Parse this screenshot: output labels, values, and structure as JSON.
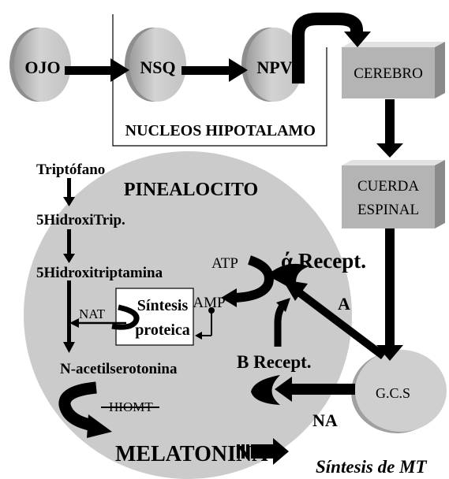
{
  "top_row": {
    "ojo": "OJO",
    "nsq": "NSQ",
    "npv": "NPV",
    "cerebro": "CEREBRO",
    "nucleos_hipotalamo": "NUCLEOS HIPOTALAMO"
  },
  "right_column": {
    "cuerda_line1": "CUERDA",
    "cuerda_line2": "ESPINAL",
    "gcs": "G.C.S"
  },
  "pathway": {
    "triptofano": "Triptófano",
    "hidroxitrip": "5HidroxiTrip.",
    "hidroxitriptamina": "5Hidroxitriptamina",
    "n_acetilserotonina": "N-acetilserotonina",
    "melatonina": "MELATONINA"
  },
  "pinealocito": {
    "title": "PINEALOCITO",
    "atp": "ATP",
    "amp": "AMP",
    "nat": "NAT",
    "hiomt": "HIOMT",
    "sintesis_line1": "Síntesis",
    "sintesis_line2": "proteica",
    "alpha_recept": "ά Recept.",
    "beta_recept": "B Recept.",
    "label_a": "A",
    "label_na": "NA"
  },
  "caption": "Síntesis de MT",
  "colors": {
    "node_gray": "#c8c8c8",
    "node_dark": "#9a9a9a",
    "cell_gray": "#cbcbcb",
    "arrow": "#000000"
  }
}
